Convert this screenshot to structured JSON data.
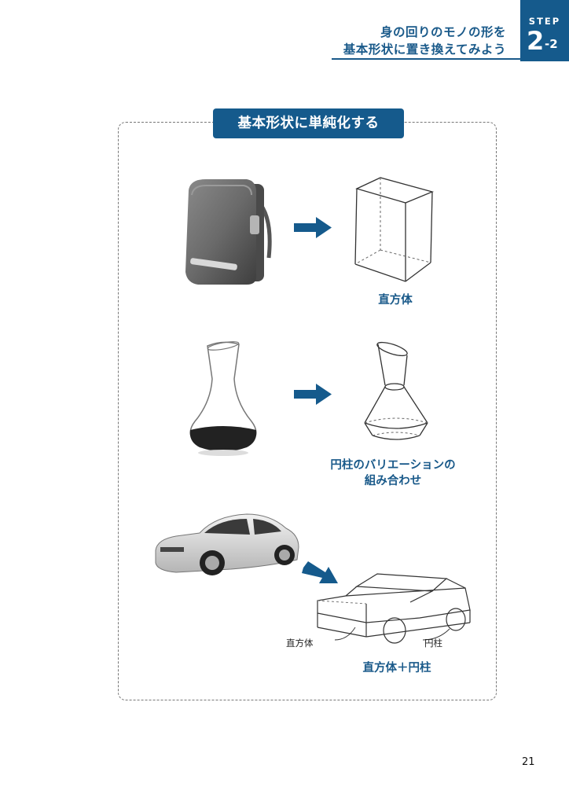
{
  "header": {
    "title_line1": "身の回りのモノの形を",
    "title_line2": "基本形状に置き換えてみよう",
    "step_label": "STEP",
    "step_number": "2",
    "step_sub": "-2"
  },
  "section": {
    "title": "基本形状に単純化する"
  },
  "examples": [
    {
      "object_icon": "school-backpack-photo",
      "arrow_icon": "arrow-right-icon",
      "shape_icon": "cuboid-sketch",
      "caption": "直方体"
    },
    {
      "object_icon": "decanter-photo",
      "arrow_icon": "arrow-right-icon",
      "shape_icon": "cylinder-combination-sketch",
      "caption_line1": "円柱のバリエーションの",
      "caption_line2": "組み合わせ"
    },
    {
      "object_icon": "car-photo",
      "arrow_icon": "arrow-down-right-icon",
      "shape_icon": "car-box-sketch",
      "label_cuboid": "直方体",
      "label_cylinder": "円柱",
      "caption": "直方体＋円柱"
    }
  ],
  "footer": {
    "page_number": "21"
  }
}
